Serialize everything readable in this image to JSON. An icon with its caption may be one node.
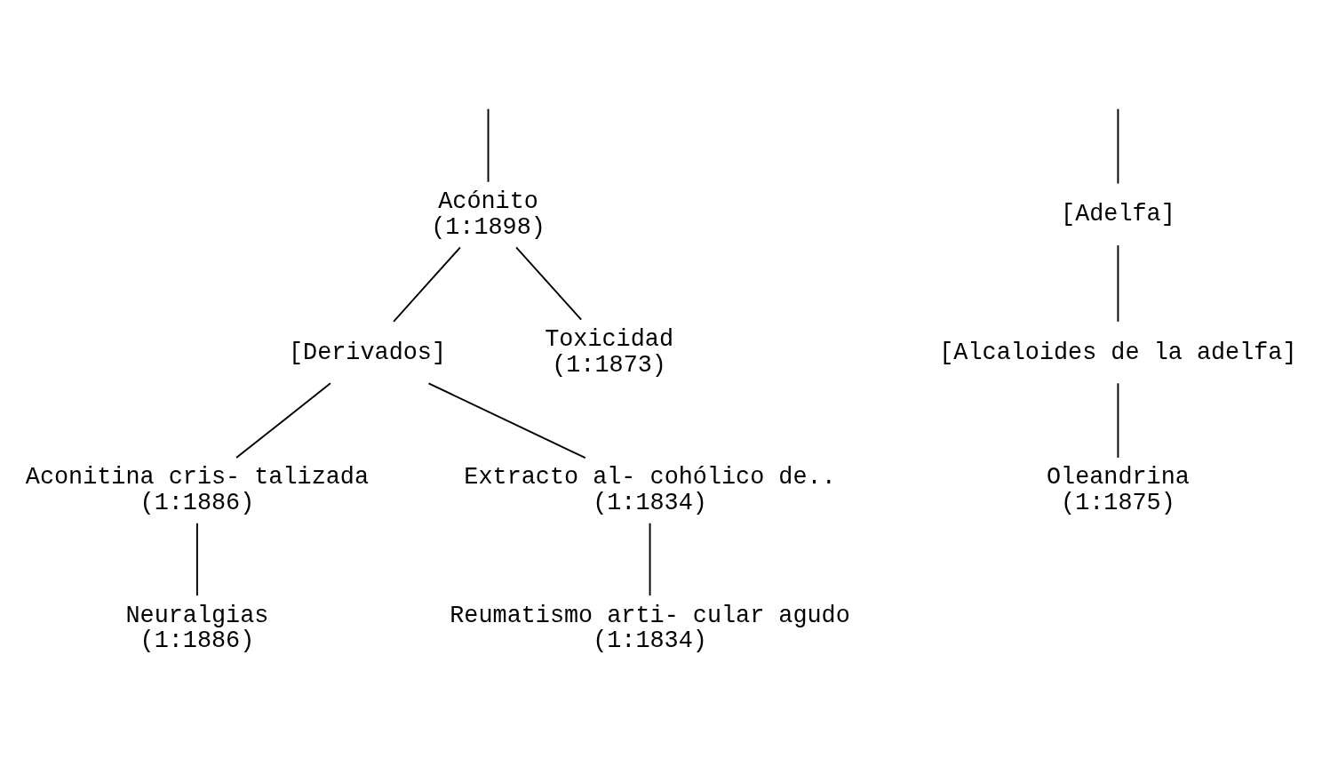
{
  "diagram": {
    "nodes": [
      {
        "text": [
          "Acónito",
          "(1:1898)"
        ]
      },
      {
        "text": [
          "[Adelfa]"
        ]
      },
      {
        "text": [
          "[Derivados]"
        ]
      },
      {
        "text": [
          "Toxicidad",
          "(1:1873)"
        ]
      },
      {
        "text": [
          "Aconitina cris- talizada",
          "(1:1886)"
        ]
      },
      {
        "text": [
          "Extracto al- cohólico de..",
          "(1:1834)"
        ]
      },
      {
        "text": [
          "Neuralgias",
          "(1:1886)"
        ]
      },
      {
        "text": [
          "Reumatismo arti- cular agudo",
          "(1:1834)"
        ]
      },
      {
        "text": [
          "[Alcaloides de la adelfa]"
        ]
      },
      {
        "text": [
          "Oleandrina",
          "(1:1875)"
        ]
      }
    ],
    "edges": [
      {
        "from": null,
        "to": 0,
        "arrow": "none"
      },
      {
        "from": null,
        "to": 1,
        "arrow": "none"
      },
      {
        "from": 0,
        "to": 2,
        "arrow": "none"
      },
      {
        "from": 0,
        "to": 3,
        "arrow": "none"
      },
      {
        "from": 2,
        "to": 4,
        "arrow": "none"
      },
      {
        "from": 2,
        "to": 5,
        "arrow": "none"
      },
      {
        "from": 4,
        "to": 6,
        "arrow": "none"
      },
      {
        "from": 5,
        "to": 7,
        "arrow": "none"
      },
      {
        "from": 1,
        "to": 8,
        "arrow": "none"
      },
      {
        "from": 8,
        "to": 9,
        "arrow": "none"
      }
    ]
  }
}
